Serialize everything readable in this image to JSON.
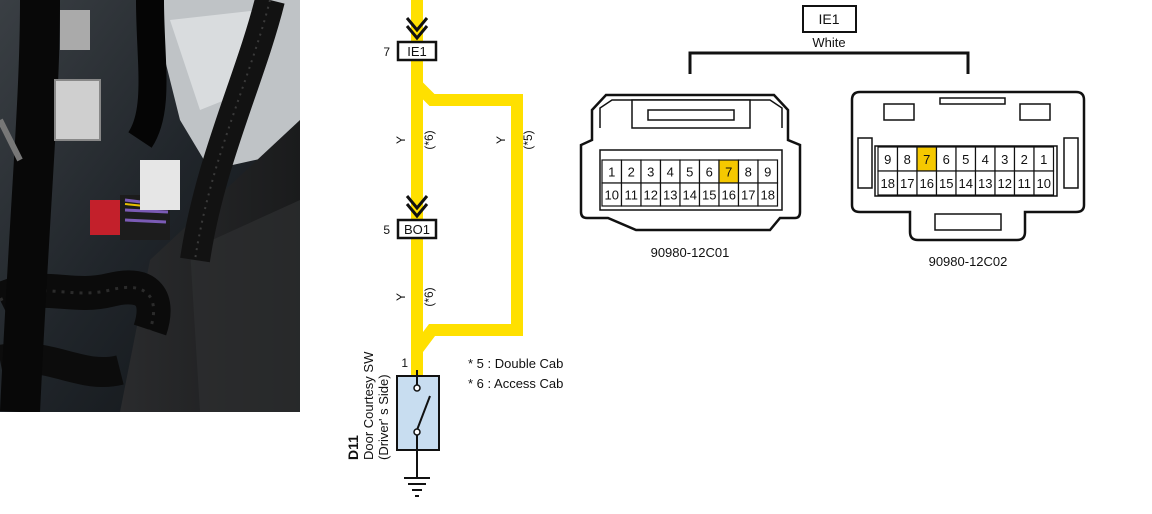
{
  "photo": {
    "description_icon": "engine-bay-harness-photo"
  },
  "colors": {
    "wire": "#FFE000",
    "highlight": "#F5C800",
    "switch_fill": "#C8DDF0",
    "line": "#111111"
  },
  "wiring": {
    "connector_top": {
      "pin": "7",
      "name": "IE1"
    },
    "connector_mid": {
      "pin": "5",
      "name": "BO1"
    },
    "switch_pin": "1",
    "wire_labels": [
      {
        "color": "Y",
        "note": "(*6)"
      },
      {
        "color": "Y",
        "note": "(*5)"
      },
      {
        "color": "Y",
        "note": "(*6)"
      }
    ],
    "notes": [
      "* 5 : Double Cab",
      "* 6 : Access Cab"
    ],
    "component": {
      "code": "D11",
      "name": "Door Courtesy SW",
      "side": "(Driver' s Side)"
    }
  },
  "connector_view": {
    "name": "IE1",
    "color": "White",
    "left": {
      "part_number": "90980-12C01",
      "row1": [
        "1",
        "2",
        "3",
        "4",
        "5",
        "6",
        "7",
        "8",
        "9"
      ],
      "row2": [
        "10",
        "11",
        "12",
        "13",
        "14",
        "15",
        "16",
        "17",
        "18"
      ],
      "highlight": "7"
    },
    "right": {
      "part_number": "90980-12C02",
      "row1": [
        "9",
        "8",
        "7",
        "6",
        "5",
        "4",
        "3",
        "2",
        "1"
      ],
      "row2": [
        "18",
        "17",
        "16",
        "15",
        "14",
        "13",
        "12",
        "11",
        "10"
      ],
      "highlight": "7"
    }
  }
}
